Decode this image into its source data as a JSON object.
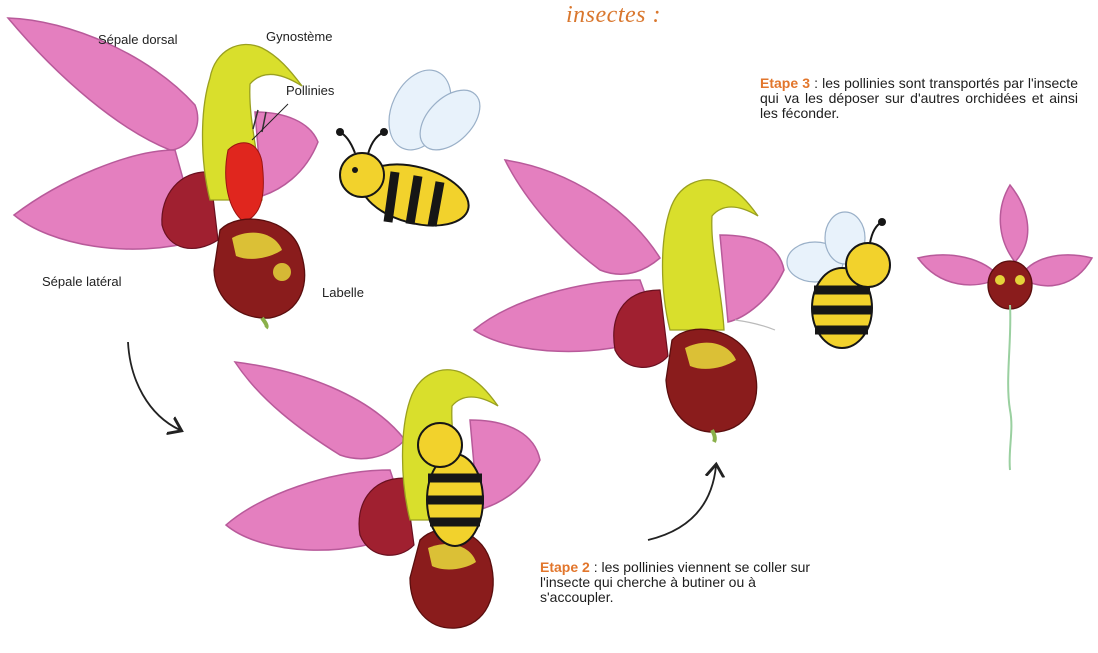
{
  "heading": "insectes :",
  "labels": {
    "sepale_dorsal": "Sépale dorsal",
    "gynosteme": "Gynostème",
    "pollinies": "Pollinies",
    "sepale_lateral": "Sépale latéral",
    "labelle": "Labelle"
  },
  "step3": {
    "tag": "Etape 3",
    "text": " : les pollinies sont transportés par l'insecte qui va les déposer sur d'autres orchidées et ainsi les féconder."
  },
  "step2": {
    "tag": "Etape 2",
    "text": " : les pollinies viennent se coller sur l'insecte qui cherche à butiner ou à s'accoupler."
  },
  "colors": {
    "petal_pink": "#e47fbf",
    "petal_edge": "#b85a9a",
    "gynosteme_yellow": "#d9df2c",
    "labelle_maroon": "#8a1c1c",
    "labelle_spot": "#e3d33a",
    "pollinia_red": "#e0261e",
    "bee_yellow": "#f2d22c",
    "bee_black": "#161616",
    "accent_orange": "#e2762c"
  }
}
